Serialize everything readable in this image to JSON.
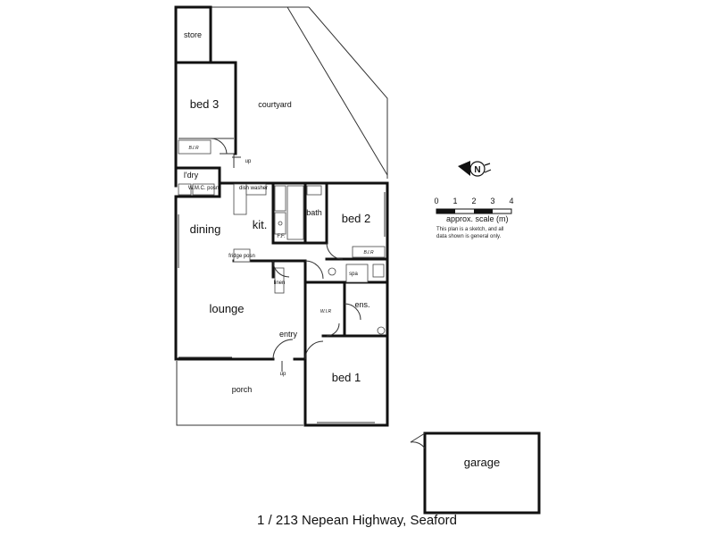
{
  "rooms": {
    "store": "store",
    "bed3": "bed 3",
    "bir_bed3": "B.I.R",
    "courtyard": "courtyard",
    "up_courtyard": "up",
    "laundry": "l'dry",
    "wm": "W.M.C. posn",
    "dish": "dish washer",
    "kitchen": "kit.",
    "ff": "F.F.",
    "bath": "bath",
    "bed2": "bed 2",
    "bir_bed2": "B.I.R",
    "dining": "dining",
    "fridge": "fridge posn",
    "linen": "linen",
    "spa": "spa",
    "lounge": "lounge",
    "wir": "W.I.R",
    "ens": "ens.",
    "entry": "entry",
    "up_entry": "up",
    "porch": "porch",
    "bed1": "bed 1",
    "garage": "garage"
  },
  "scale": {
    "ticks": [
      "0",
      "1",
      "2",
      "3",
      "4"
    ],
    "label": "approx. scale (m)",
    "note_line1": "This plan is a sketch, and all",
    "note_line2": "data shown is general only."
  },
  "compass": {
    "letter": "N"
  },
  "address": "1 / 213 Nepean Highway, Seaford"
}
